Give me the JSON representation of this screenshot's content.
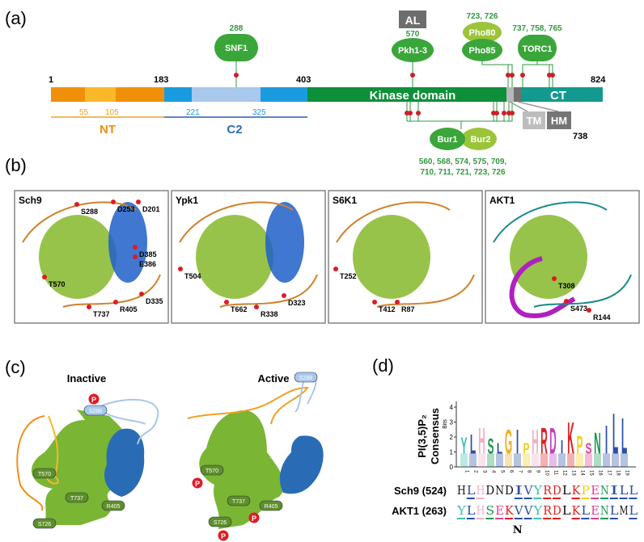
{
  "panel_a": {
    "label": "(a)",
    "positions": {
      "start": "1",
      "nt_end": "183",
      "c2_end": "403",
      "end": "824"
    },
    "domain_labels": {
      "kinase": "Kinase domain",
      "ct": "CT",
      "nt": "NT",
      "c2": "C2",
      "tm": "TM",
      "hm": "HM",
      "al": "AL"
    },
    "sub_positions": {
      "nt_a": "55",
      "nt_b": "105",
      "c2_a": "221",
      "c2_b": "325",
      "hm": "738"
    },
    "kinases_top": [
      {
        "name": "SNF1",
        "sites": "288"
      },
      {
        "name": "Pkh1-3",
        "sites": "570"
      },
      {
        "name": "Pho85",
        "partner": "Pho80",
        "sites": "723, 726"
      },
      {
        "name": "TORC1",
        "sites": "737, 758, 765"
      }
    ],
    "kinases_bottom": {
      "name1": "Bur1",
      "name2": "Bur2",
      "sites_line1": "560, 568, 574, 575, 709,",
      "sites_line2": "710, 711, 721, 723, 726"
    },
    "colors": {
      "nt": "#f0900a",
      "nt_light": "#f8b82a",
      "c2": "#1a9be0",
      "c2_light": "#a8c8ec",
      "kinase": "#0e8f3a",
      "ct": "#139a8e",
      "kinase_ellipse": "#3aa63a",
      "partner": "#9cc43a",
      "site": "#cc1f2a"
    }
  },
  "panel_b": {
    "label": "(b)",
    "structures": [
      {
        "name": "Sch9",
        "residues": [
          "S288",
          "D253",
          "D201",
          "D385",
          "E386",
          "T570",
          "T737",
          "R405",
          "D335"
        ]
      },
      {
        "name": "Ypk1",
        "residues": [
          "T504",
          "T662",
          "R338",
          "D323"
        ]
      },
      {
        "name": "S6K1",
        "residues": [
          "T252",
          "T412",
          "R87"
        ]
      },
      {
        "name": "AKT1",
        "residues": [
          "T308",
          "S473",
          "R144"
        ]
      }
    ]
  },
  "panel_c": {
    "label": "(c)",
    "inactive": {
      "title": "Inactive",
      "sites": [
        "S288",
        "T570",
        "T737",
        "R405",
        "S726"
      ],
      "phospho": "P"
    },
    "active": {
      "title": "Active",
      "sites": [
        "S288",
        "T570",
        "T737",
        "R405",
        "S726"
      ],
      "phospho": "P"
    }
  },
  "panel_d": {
    "label": "(d)",
    "ylabel_line1": "PI(3,5)P₂",
    "ylabel_line2": "Consensus",
    "axis_label": "Bits",
    "yticks": [
      "0",
      "1",
      "2",
      "3",
      "4"
    ],
    "logo_top": [
      {
        "pos": "1",
        "letter": "Y",
        "bits": 2.0,
        "color": "#3cc0b0"
      },
      {
        "pos": "2",
        "letter": "L",
        "bits": 2.2,
        "color": "#2a4fa8"
      },
      {
        "pos": "3",
        "letter": "H",
        "bits": 2.6,
        "color": "#f0b0c8"
      },
      {
        "pos": "4",
        "letter": "S",
        "bits": 1.9,
        "color": "#1a9a50"
      },
      {
        "pos": "5",
        "letter": "L",
        "bits": 1.6,
        "color": "#2a4fa8"
      },
      {
        "pos": "6",
        "letter": "G",
        "bits": 2.5,
        "color": "#f0b020"
      },
      {
        "pos": "7",
        "letter": "I",
        "bits": 2.5,
        "color": "#2a4fa8"
      },
      {
        "pos": "8",
        "letter": "P",
        "bits": 1.6,
        "color": "#f0d020"
      },
      {
        "pos": "9",
        "letter": "H",
        "bits": 2.5,
        "color": "#f0b0c8"
      },
      {
        "pos": "10",
        "letter": "R",
        "bits": 2.6,
        "color": "#e02020"
      },
      {
        "pos": "11",
        "letter": "D",
        "bits": 2.6,
        "color": "#c040c0"
      },
      {
        "pos": "12",
        "letter": "I",
        "bits": 1.8,
        "color": "#2a4fa8"
      },
      {
        "pos": "13",
        "letter": "K",
        "bits": 3.0,
        "color": "#e02020"
      },
      {
        "pos": "14",
        "letter": "P",
        "bits": 2.1,
        "color": "#f0d020"
      },
      {
        "pos": "15",
        "letter": "S",
        "bits": 1.6,
        "color": "#e04090"
      },
      {
        "pos": "16",
        "letter": "N",
        "bits": 2.3,
        "color": "#1a9a50"
      },
      {
        "pos": "17",
        "letter": "I",
        "bits": 2.8,
        "color": "#2a4fa8"
      },
      {
        "pos": "18",
        "letter": "L",
        "bits": 3.6,
        "color": "#2a4fa8"
      },
      {
        "pos": "19",
        "letter": "L",
        "bits": 3.3,
        "color": "#2a4fa8"
      }
    ],
    "sequences": [
      {
        "name": "Sch9 (524)",
        "residues": [
          "H",
          "L",
          "H",
          "D",
          "N",
          "D",
          "I",
          "V",
          "Y",
          "R",
          "D",
          "L",
          "K",
          "P",
          "E",
          "N",
          "I",
          "L",
          "L"
        ],
        "colors": [
          "#111",
          "#2a4fa8",
          "#f0b0c8",
          "#111",
          "#111",
          "#111",
          "#2a4fa8",
          "#2a4fa8",
          "#3cc0b0",
          "#e02020",
          "#e02020",
          "#111",
          "#e02020",
          "#f0d020",
          "#e04090",
          "#1a9a50",
          "#2a4fa8",
          "#2a4fa8",
          "#2a4fa8"
        ]
      },
      {
        "name": "AKT1 (263)",
        "residues": [
          "Y",
          "L",
          "H",
          "S",
          "E",
          "K",
          "V",
          "V",
          "Y",
          "R",
          "D",
          "L",
          "K",
          "L",
          "E",
          "N",
          "L",
          "M",
          "L"
        ],
        "colors": [
          "#3cc0b0",
          "#2a4fa8",
          "#f0b0c8",
          "#1a9a50",
          "#e04090",
          "#e02020",
          "#2a4fa8",
          "#2a4fa8",
          "#3cc0b0",
          "#e02020",
          "#e02020",
          "#111",
          "#e02020",
          "#2a4fa8",
          "#e04090",
          "#1a9a50",
          "#2a4fa8",
          "#111",
          "#2a4fa8"
        ]
      }
    ],
    "mutation": "N"
  }
}
